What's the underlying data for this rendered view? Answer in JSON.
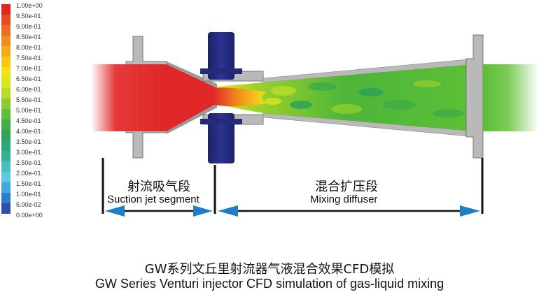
{
  "legend": {
    "labels": [
      "1.00e+00",
      "9.50e-01",
      "9.00e-01",
      "8.50e-01",
      "8.00e-01",
      "7.50e-01",
      "7.00e-01",
      "6.50e-01",
      "6.00e-01",
      "5.50e-01",
      "5.00e-01",
      "4.50e-01",
      "4.00e-01",
      "3.50e-01",
      "3.00e-01",
      "2.50e-01",
      "2.00e-01",
      "1.50e-01",
      "1.00e-01",
      "5.00e-02",
      "0.00e+00"
    ],
    "colors": [
      "#e42323",
      "#e94a22",
      "#ee6a22",
      "#f28c1d",
      "#f6aa18",
      "#f8c815",
      "#f2e21a",
      "#d8e41f",
      "#b8dc2a",
      "#8ccc2e",
      "#5fbe3a",
      "#3fae45",
      "#2ea35a",
      "#2ea878",
      "#36b199",
      "#49bfc0",
      "#5ec8dc",
      "#45a8dc",
      "#2d7cc9",
      "#2a50a8",
      "#283a8c"
    ]
  },
  "segments": {
    "suction_cn": "射流吸气段",
    "suction_en": "Suction jet segment",
    "mixing_cn": "混合扩压段",
    "mixing_en": "Mixing diffuser"
  },
  "caption": {
    "cn": "GW系列文丘里射流器气液混合效果CFD模拟",
    "en": "GW Series Venturi injector CFD simulation of gas-liquid mixing"
  },
  "colors": {
    "liquid_red": "#e02828",
    "mix_green": "#5cbf35",
    "gas_blue": "#252a7a",
    "flange_gray": "#b8b8b8",
    "arrow_blue": "#1e7fc9"
  }
}
